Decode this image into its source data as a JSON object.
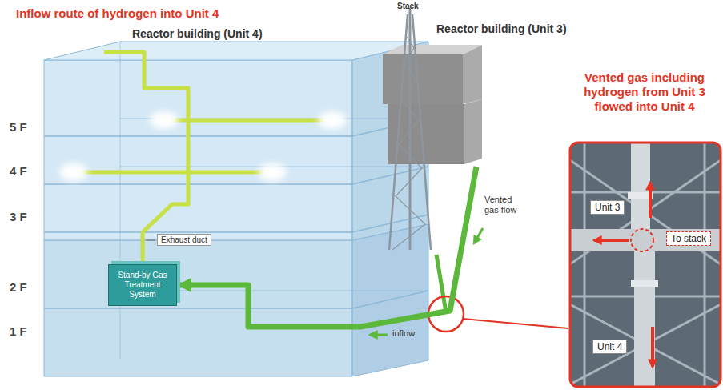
{
  "diagram": {
    "title": "Inflow route of hydrogen into Unit 4",
    "nodes": [
      {
        "text": [
          "Reactor building (Unit 4)"
        ]
      },
      {
        "text": [
          "Stand-by Gas Treatment System"
        ],
        "in": 0
      },
      {
        "text": [
          "Reactor building (Unit 3)"
        ]
      },
      {
        "text": [
          "Vented gas including hydrogen from Unit 3 flowed into Unit 4",
          "Unit 3",
          "To stack",
          "Unit 4"
        ]
      }
    ],
    "edges": [
      {
        "from": 2,
        "to": 1,
        "arrow": "to",
        "label": "Vented gas flow"
      }
    ],
    "labels": [
      "Stack",
      "5 F",
      "4 F",
      "3 F",
      "2 F",
      "1 F",
      "Exhaust duct",
      "inflow"
    ]
  }
}
